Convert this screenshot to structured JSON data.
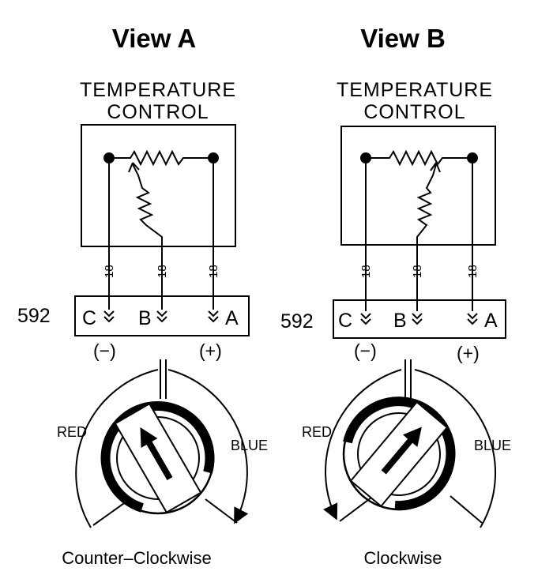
{
  "view_a": {
    "title": "View A",
    "header_line1": "TEMPERATURE",
    "header_line2": "CONTROL",
    "wire_label": "18",
    "connector_number": "592",
    "pin_c": "C",
    "pin_b": "B",
    "pin_a": "A",
    "minus": "(−)",
    "plus": "(+)",
    "red_label": "RED",
    "blue_label": "BLUE",
    "direction": "Counter–Clockwise"
  },
  "view_b": {
    "title": "View B",
    "header_line1": "TEMPERATURE",
    "header_line2": "CONTROL",
    "wire_label": "18",
    "connector_number": "592",
    "pin_c": "C",
    "pin_b": "B",
    "pin_a": "A",
    "minus": "(−)",
    "plus": "(+)",
    "red_label": "RED",
    "blue_label": "BLUE",
    "direction": "Clockwise"
  }
}
